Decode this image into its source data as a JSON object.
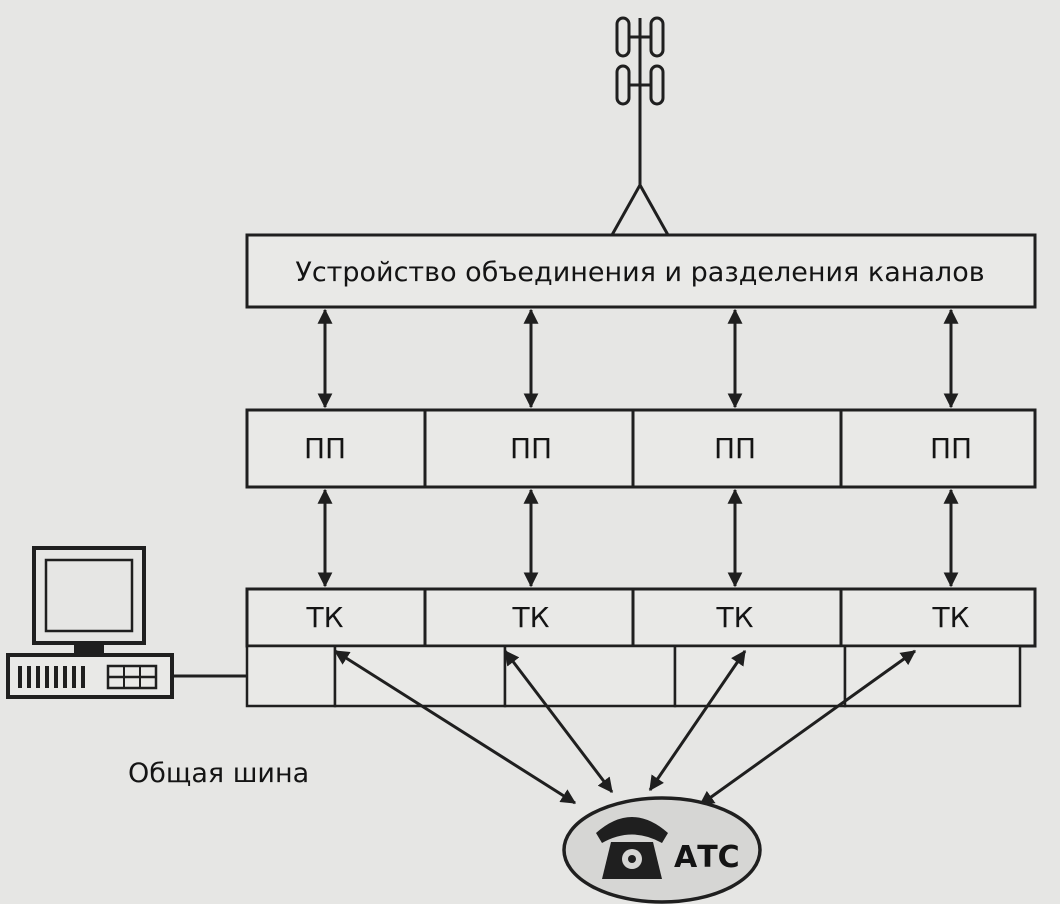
{
  "diagram": {
    "mux_label": "Устройство объединения и разделения каналов",
    "pp_labels": [
      "ПП",
      "ПП",
      "ПП",
      "ПП"
    ],
    "tk_labels": [
      "ТК",
      "ТК",
      "ТК",
      "ТК"
    ],
    "bus_label": "Общая шина",
    "exchange_label": "АТС"
  },
  "colors": {
    "line": "#1f1f1f",
    "background": "#e6e6e4",
    "box_fill": "#e9e9e7"
  },
  "icons": [
    "antenna-icon",
    "computer-icon",
    "telephone-icon"
  ]
}
